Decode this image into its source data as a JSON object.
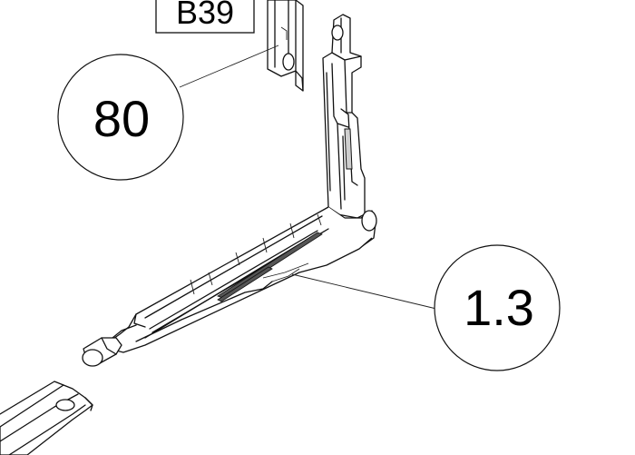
{
  "labels": {
    "box_label": "B39",
    "callout_80": "80",
    "callout_1_3": "1.3"
  },
  "colors": {
    "line": "#111111",
    "background": "#ffffff",
    "shade": "#cfcfcf"
  }
}
